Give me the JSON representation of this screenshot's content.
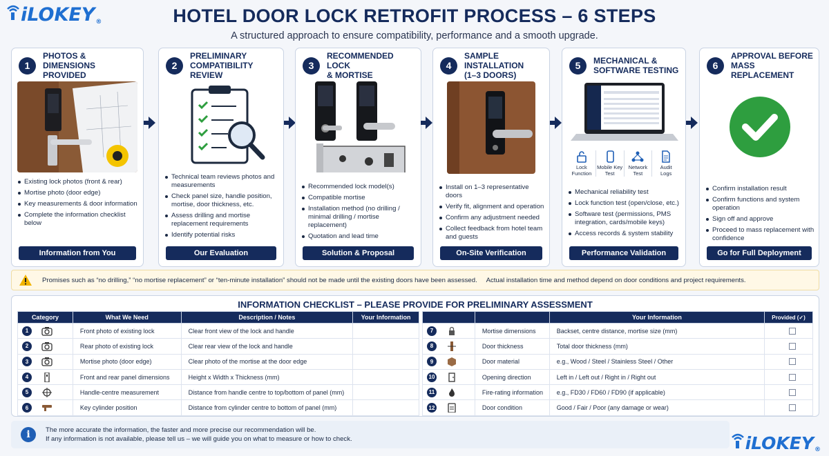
{
  "brand": {
    "logo_text": "iLOKEY",
    "registered": "®"
  },
  "header": {
    "title": "HOTEL DOOR LOCK RETROFIT PROCESS – 6 STEPS",
    "subtitle": "A structured approach to ensure compatibility, performance and a smooth upgrade."
  },
  "steps": [
    {
      "num": "1",
      "title": "PHOTOS & DIMENSIONS PROVIDED",
      "title_l1": "PHOTOS & DIMENSIONS",
      "title_l2": "PROVIDED",
      "bullets": [
        "Existing lock photos (front & rear)",
        "Mortise photo (door edge)",
        "Key measurements & door information",
        "Complete the information checklist below"
      ],
      "button": "Information from You"
    },
    {
      "num": "2",
      "title_l1": "PRELIMINARY",
      "title_l2": "COMPATIBILITY REVIEW",
      "bullets": [
        "Technical team reviews photos and measurements",
        "Check panel size, handle position, mortise, door thickness, etc.",
        "Assess drilling and mortise replacement requirements",
        "Identify potential risks"
      ],
      "button": "Our Evaluation"
    },
    {
      "num": "3",
      "title_l1": "RECOMMENDED LOCK",
      "title_l2": "& MORTISE",
      "bullets": [
        "Recommended lock model(s)",
        "Compatible mortise",
        "Installation method (no drilling / minimal drilling / mortise replacement)",
        "Quotation and lead time"
      ],
      "button": "Solution & Proposal"
    },
    {
      "num": "4",
      "title_l1": "SAMPLE INSTALLATION",
      "title_l2": "(1–3 DOORS)",
      "bullets": [
        "Install on 1–3 representative doors",
        "Verify fit, alignment and operation",
        "Confirm any adjustment needed",
        "Collect feedback from hotel team and guests"
      ],
      "button": "On-Site Verification"
    },
    {
      "num": "5",
      "title_l1": "MECHANICAL &",
      "title_l2": "SOFTWARE TESTING",
      "icons": [
        {
          "icon": "lock-icon",
          "l1": "Lock",
          "l2": "Function"
        },
        {
          "icon": "mobile-icon",
          "l1": "Mobile Key",
          "l2": "Test"
        },
        {
          "icon": "network-icon",
          "l1": "Network",
          "l2": "Test"
        },
        {
          "icon": "document-icon",
          "l1": "Audit",
          "l2": "Logs"
        }
      ],
      "bullets": [
        "Mechanical reliability test",
        "Lock function test (open/close, etc.)",
        "Software test (permissions, PMS integration, cards/mobile keys)",
        "Access records & system stability"
      ],
      "button": "Performance Validation"
    },
    {
      "num": "6",
      "title_l1": "APPROVAL BEFORE",
      "title_l2": "MASS REPLACEMENT",
      "bullets": [
        "Confirm installation result",
        "Confirm functions and system operation",
        "Sign off and approve",
        "Proceed to mass replacement with confidence"
      ],
      "button": "Go for Full Deployment"
    }
  ],
  "notice": {
    "text": "Promises such as “no drilling,” “no mortise replacement” or “ten-minute installation” should not be made until the existing doors have been assessed.     Actual installation time and method depend on door conditions and project requirements."
  },
  "checklist": {
    "title": "INFORMATION CHECKLIST – PLEASE PROVIDE FOR PRELIMINARY ASSESSMENT",
    "left_headers": [
      "Category",
      "What We Need",
      "Description / Notes",
      "Your Information"
    ],
    "right_headers": [
      "",
      "",
      "Your Information",
      "Provided (✓)"
    ],
    "left_rows": [
      {
        "num": "1",
        "icon": "camera-icon",
        "need": "Front photo of existing lock",
        "desc": "Clear front view of the lock and handle"
      },
      {
        "num": "2",
        "icon": "camera-icon",
        "need": "Rear photo of existing lock",
        "desc": "Clear rear view of the lock and handle"
      },
      {
        "num": "3",
        "icon": "camera-icon",
        "need": "Mortise photo (door edge)",
        "desc": "Clear photo of the mortise at the door edge"
      },
      {
        "num": "4",
        "icon": "panel-icon",
        "need": "Front and rear panel dimensions",
        "desc": "Height x Width x Thickness (mm)"
      },
      {
        "num": "5",
        "icon": "crosshair-icon",
        "need": "Handle-centre measurement",
        "desc": "Distance from handle centre to top/bottom of panel (mm)"
      },
      {
        "num": "6",
        "icon": "key-icon",
        "need": "Key cylinder position",
        "desc": "Distance from cylinder centre to bottom of panel (mm)"
      }
    ],
    "right_rows": [
      {
        "num": "7",
        "icon": "padlock-icon",
        "need": "Mortise dimensions",
        "desc": "Backset, centre distance, mortise size (mm)"
      },
      {
        "num": "8",
        "icon": "door-thickness-icon",
        "need": "Door thickness",
        "desc": "Total door thickness (mm)"
      },
      {
        "num": "9",
        "icon": "material-icon",
        "need": "Door material",
        "desc": "e.g., Wood / Steel / Stainless Steel / Other"
      },
      {
        "num": "10",
        "icon": "door-icon",
        "need": "Opening direction",
        "desc": "Left in / Left out / Right in / Right out"
      },
      {
        "num": "11",
        "icon": "fire-icon",
        "need": "Fire-rating information",
        "desc": "e.g., FD30 / FD60 / FD90 (if applicable)"
      },
      {
        "num": "12",
        "icon": "clipboard-icon",
        "need": "Door condition",
        "desc": "Good / Fair / Poor (any damage or wear)"
      }
    ]
  },
  "info": {
    "line1": "The more accurate the information, the faster and more precise our recommendation will be.",
    "line2": "If any information is not available, please tell us – we will guide you on what to measure or how to check."
  },
  "colors": {
    "navy": "#152b5c",
    "brand_blue": "#1f6fd1",
    "check_green": "#2e9e3f",
    "warning": "#f2b400"
  }
}
